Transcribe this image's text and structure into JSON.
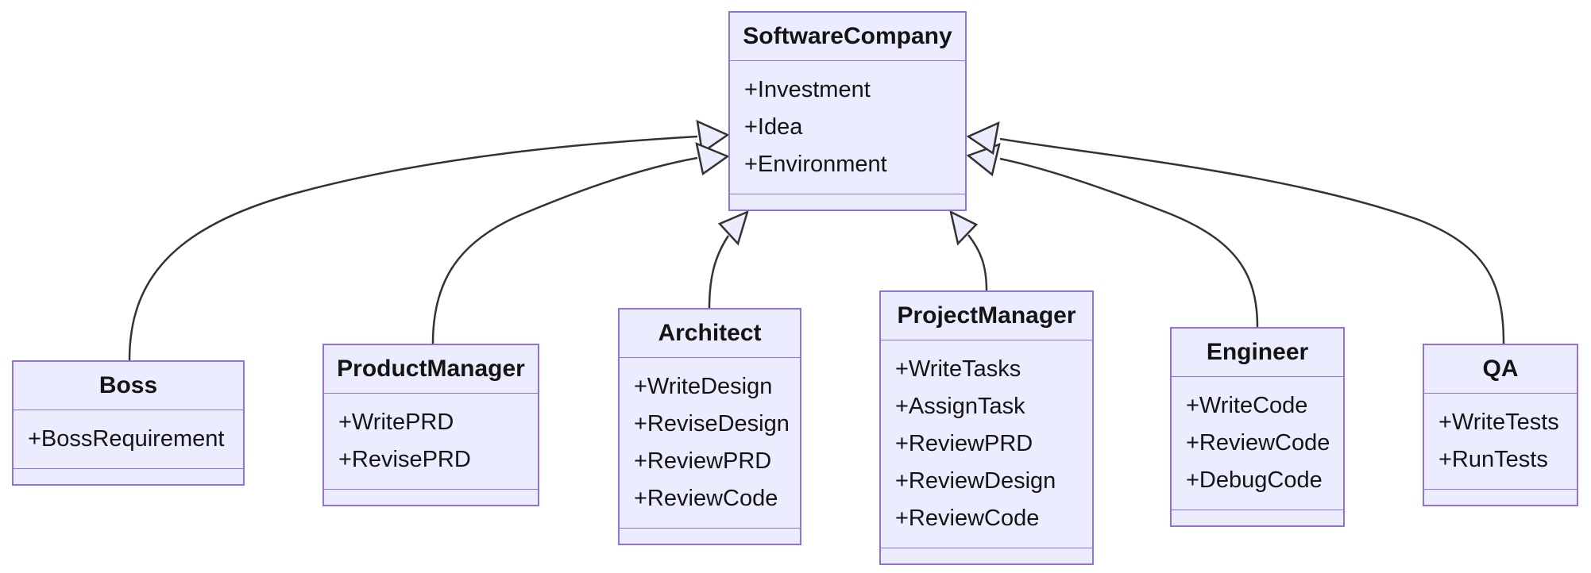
{
  "diagram": {
    "kind": "uml-class-diagram",
    "colors": {
      "node_fill": "#ECECFF",
      "node_border": "#9370DB",
      "edge_stroke": "#333333",
      "text": "#141414",
      "background": "#ffffff"
    },
    "classes": [
      {
        "name": "SoftwareCompany",
        "members": [
          "+Investment",
          "+Idea",
          "+Environment"
        ]
      },
      {
        "name": "Boss",
        "members": [
          "+BossRequirement"
        ]
      },
      {
        "name": "ProductManager",
        "members": [
          "+WritePRD",
          "+RevisePRD"
        ]
      },
      {
        "name": "Architect",
        "members": [
          "+WriteDesign",
          "+ReviseDesign",
          "+ReviewPRD",
          "+ReviewCode"
        ]
      },
      {
        "name": "ProjectManager",
        "members": [
          "+WriteTasks",
          "+AssignTask",
          "+ReviewPRD",
          "+ReviewDesign",
          "+ReviewCode"
        ]
      },
      {
        "name": "Engineer",
        "members": [
          "+WriteCode",
          "+ReviewCode",
          "+DebugCode"
        ]
      },
      {
        "name": "QA",
        "members": [
          "+WriteTests",
          "+RunTests"
        ]
      }
    ],
    "relationships": [
      {
        "from": "Boss",
        "to": "SoftwareCompany",
        "type": "inheritance"
      },
      {
        "from": "ProductManager",
        "to": "SoftwareCompany",
        "type": "inheritance"
      },
      {
        "from": "Architect",
        "to": "SoftwareCompany",
        "type": "inheritance"
      },
      {
        "from": "ProjectManager",
        "to": "SoftwareCompany",
        "type": "inheritance"
      },
      {
        "from": "Engineer",
        "to": "SoftwareCompany",
        "type": "inheritance"
      },
      {
        "from": "QA",
        "to": "SoftwareCompany",
        "type": "inheritance"
      }
    ]
  }
}
